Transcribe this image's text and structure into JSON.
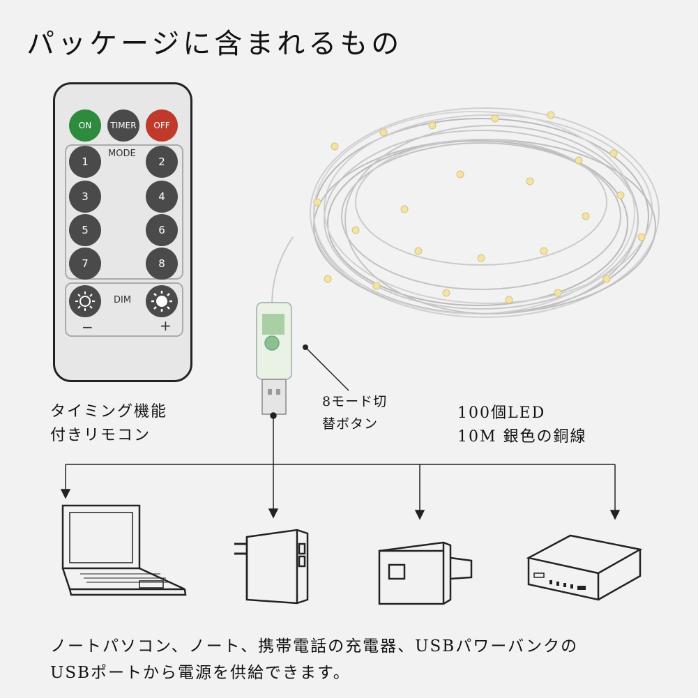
{
  "title": "パッケージに含まれるもの",
  "remote": {
    "on": "ON",
    "timer": "TIMER",
    "off": "OFF",
    "mode": "MODE",
    "buttons": [
      "1",
      "2",
      "3",
      "4",
      "5",
      "6",
      "7",
      "8"
    ],
    "dim": "DIM",
    "minus": "−",
    "plus": "+"
  },
  "captions": {
    "remote_line1": "タイミング機能",
    "remote_line2": "付きリモコン",
    "button_line1": "8モード切",
    "button_line2": "替ボタン",
    "led_line1": "100個LED",
    "led_line2": "10M 銀色の銅線"
  },
  "bottom": {
    "line1": "ノートパソコン、ノート、携帯電話の充電器、USBパワーバンクの",
    "line2": "USBポートから電源を供給できます。"
  },
  "colors": {
    "on_button": "#2e8b3e",
    "off_button": "#c0392b",
    "timer_button": "#4a4a4a"
  },
  "icons": [
    "laptop-icon",
    "wall-charger-icon",
    "usb-charger-icon",
    "power-bank-icon"
  ]
}
